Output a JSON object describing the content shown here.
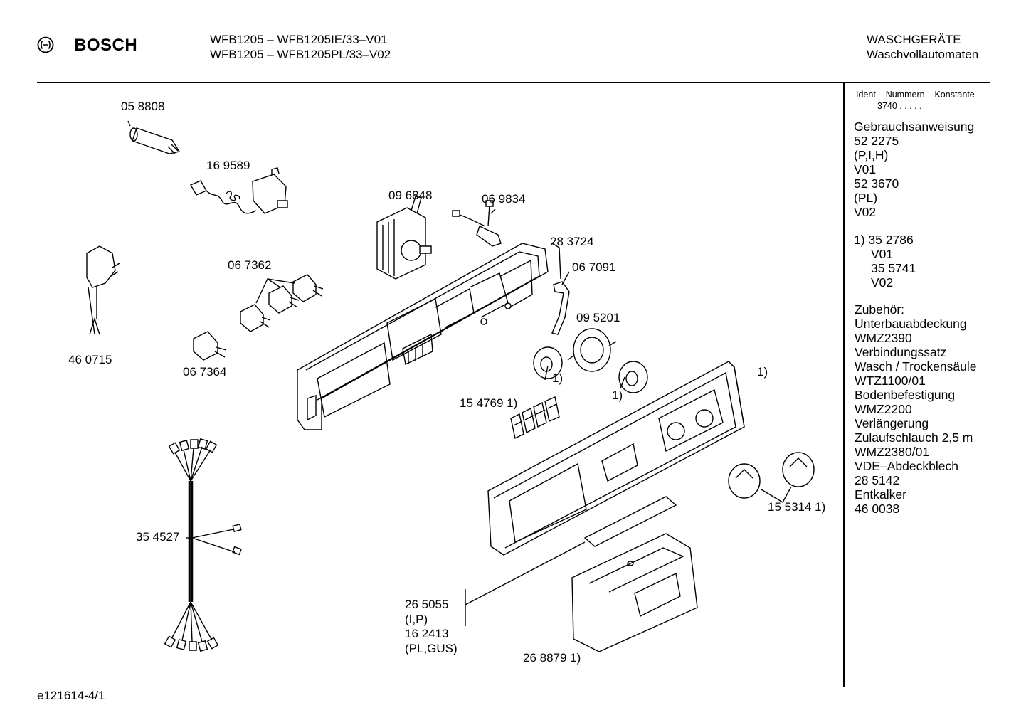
{
  "header": {
    "brand": "BOSCH",
    "models": [
      "WFB1205 – WFB1205IE/33–V01",
      "WFB1205 – WFB1205PL/33–V02"
    ],
    "category": [
      "WASCHGERÄTE",
      "Waschvollautomaten"
    ]
  },
  "sidebar": {
    "ident_title": "Ident – Nummern – Konstante",
    "ident_value": "3740  .   .   .   .   .",
    "lines": [
      "Gebrauchsanweisung",
      "52 2275",
      "(P,I,H)",
      "V01",
      "52 3670",
      "(PL)",
      "V02"
    ],
    "footnote_lines": [
      "1)  35 2786",
      "V01",
      "35 5741",
      "V02"
    ],
    "accessory_lines": [
      "Zubehör:",
      "Unterbauabdeckung",
      "WMZ2390",
      "Verbindungssatz",
      "Wasch / Trockensäule",
      "WTZ1100/01",
      "Bodenbefestigung",
      "WMZ2200",
      "Verlängerung",
      "Zulaufschlauch 2,5 m",
      "WMZ2380/01",
      "VDE–Abdeckblech",
      "28 5142",
      "Entkalker",
      "46 0038"
    ]
  },
  "labels": {
    "p058808": "05 8808",
    "p169589": "16 9589",
    "p096848": "09 6848",
    "p069834": "06 9834",
    "p283724": "28 3724",
    "p067362": "06 7362",
    "p067091": "06 7091",
    "p095201": "09 5201",
    "p460715": "46 0715",
    "p067364": "06 7364",
    "fn_knob_left": "1)",
    "fn_knob_right": "1)",
    "fn_panel": "1)",
    "p154769": "15 4769 1)",
    "p155314": "15 5314 1)",
    "p354527": "35 4527",
    "p265055": "26 5055",
    "p265055_sub": "(I,P)",
    "p162413": "16 2413",
    "p162413_sub": "(PL,GUS)",
    "p268879": "26 8879 1)"
  },
  "footer": {
    "drawing_id": "e121614-4/1"
  }
}
